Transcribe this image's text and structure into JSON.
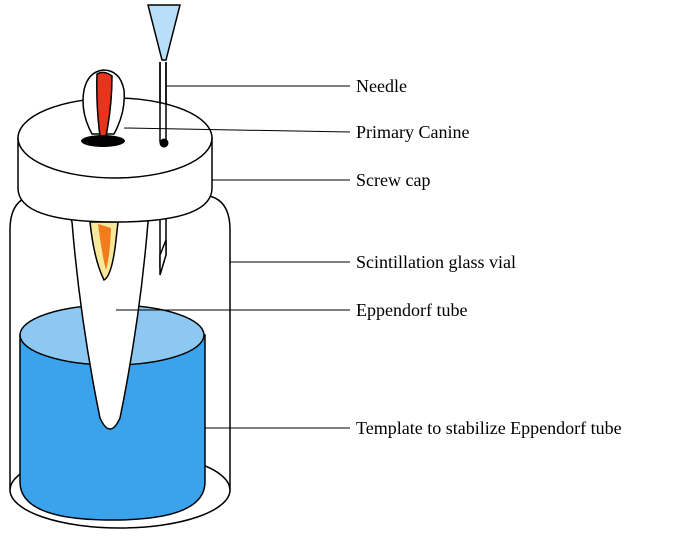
{
  "labels": {
    "needle": "Needle",
    "primary_canine": "Primary Canine",
    "screw_cap": "Screw cap",
    "vial": "Scintillation glass vial",
    "eppendorf": "Eppendorf tube",
    "template": "Template to stabilize Eppendorf tube"
  },
  "colors": {
    "liquid": "#3aa3ec",
    "liquid_top": "#8cc8f2",
    "canine_red": "#e8341c",
    "canine_orange": "#f27b1d",
    "canine_yellow": "#f7e99a",
    "needle_hub": "#b8dff7",
    "line": "#000000",
    "background": "#ffffff"
  }
}
